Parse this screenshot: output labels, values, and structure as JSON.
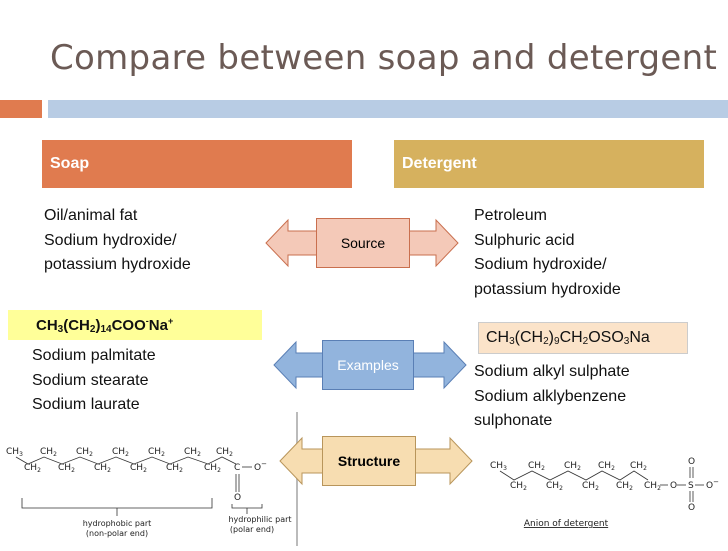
{
  "title": "Compare between soap and detergent",
  "headers": {
    "soap": "Soap",
    "detergent": "Detergent"
  },
  "soap": {
    "source": [
      "Oil/animal fat",
      "Sodium hydroxide/",
      "potassium hydroxide"
    ],
    "formula": {
      "p1": "CH",
      "s1": "3",
      "p2": "(CH",
      "s2": "2",
      "p3": ")",
      "s3": "14",
      "p4": "COO",
      "sup1": "-",
      "p5": "Na",
      "sup2": "+"
    },
    "examples": [
      "Sodium palmitate",
      "Sodium stearate",
      "Sodium laurate"
    ]
  },
  "detergent": {
    "source": [
      "Petroleum",
      "Sulphuric acid",
      "Sodium hydroxide/",
      "potassium hydroxide"
    ],
    "formula": {
      "p1": "CH",
      "s1": "3",
      "p2": "(CH",
      "s2": "2",
      "p3": ")",
      "s3": "9",
      "p4": "CH",
      "s4": "2",
      "p5": "OSO",
      "s5": "3",
      "p6": "Na"
    },
    "examples": [
      "Sodium alkyl sulphate",
      "Sodium alklybenzene",
      "sulphonate"
    ]
  },
  "labels": {
    "source": "Source",
    "examples": "Examples",
    "structure": "Structure"
  },
  "soap_structure": {
    "ch3": "CH",
    "ch3_sub": "3",
    "ch2": "CH",
    "ch2_sub": "2",
    "c": "C",
    "o_minus": "O",
    "o_minus_sup": "−",
    "o": "O",
    "hydrophobic_1": "hydrophobic part",
    "hydrophobic_2": "(non-polar end)",
    "hydrophilic_1": "hydrophilic part",
    "hydrophilic_2": "(polar end)"
  },
  "det_structure": {
    "ch3": "CH",
    "ch3_sub": "3",
    "ch2": "CH",
    "ch2_sub": "2",
    "o": "O",
    "s": "S",
    "o_minus": "O",
    "o_minus_sup": "−",
    "caption": "Anion of detergent"
  },
  "colors": {
    "soap_accent": "#e07b4f",
    "detergent_accent": "#d6b15e",
    "title_color": "#6b5a55",
    "top_bar_blue": "#b8cce4",
    "soap_formula_bg": "#ffff99",
    "det_formula_bg": "#fbe3c9",
    "source_arrow": "#f4c9b8",
    "examples_arrow": "#92b4dd",
    "structure_arrow": "#f7ddb1"
  }
}
